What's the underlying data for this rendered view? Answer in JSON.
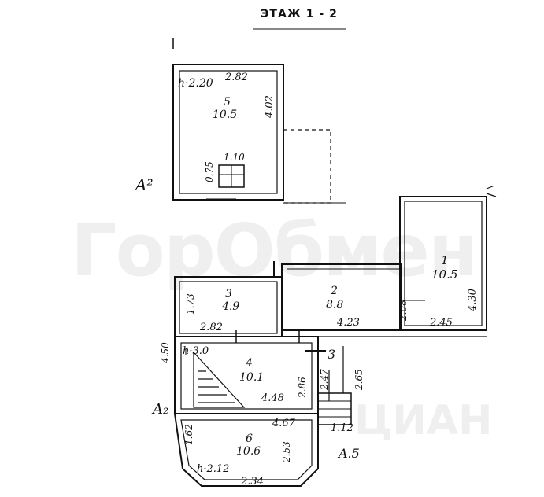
{
  "title": "ЭТАЖ 1 - 2",
  "watermark": {
    "brand": "ГорОбмен",
    "suffix": "ЦИАН"
  },
  "rooms": [
    {
      "id": "5",
      "area": "10.5",
      "height": "h·2.20",
      "dim_top": "2.82",
      "dim_side": "4.02",
      "window_w": "1.10",
      "window_h": "0.75"
    },
    {
      "id": "1",
      "area": "10.5",
      "dim_side": "4.30",
      "dim_a": "2.08",
      "dim_b": "2.45"
    },
    {
      "id": "2",
      "area": "8.8",
      "dim_w": "4.23"
    },
    {
      "id": "3",
      "area": "4.9",
      "dim_side": "1.73",
      "dim_w": "2.82"
    },
    {
      "id": "4",
      "area": "10.1",
      "height": "h·3.0",
      "dim_a": "2.86",
      "dim_b": "4.48",
      "dim_c": "2.47",
      "dim_d": "2.65"
    },
    {
      "id": "6",
      "area": "10.6",
      "height": "h·2.12",
      "dim_side": "1.62",
      "dim_a": "2.53",
      "dim_b": "2.34",
      "dim_top": "4.67"
    }
  ],
  "labels": {
    "a2_upper": "A²",
    "a2_lower": "A₂",
    "a5": "A.5",
    "dim_450": "4.50",
    "dim_112": "1.12",
    "mark_3": "3"
  },
  "colors": {
    "line": "#111111",
    "paper": "#ffffff",
    "watermark": "#000000"
  }
}
